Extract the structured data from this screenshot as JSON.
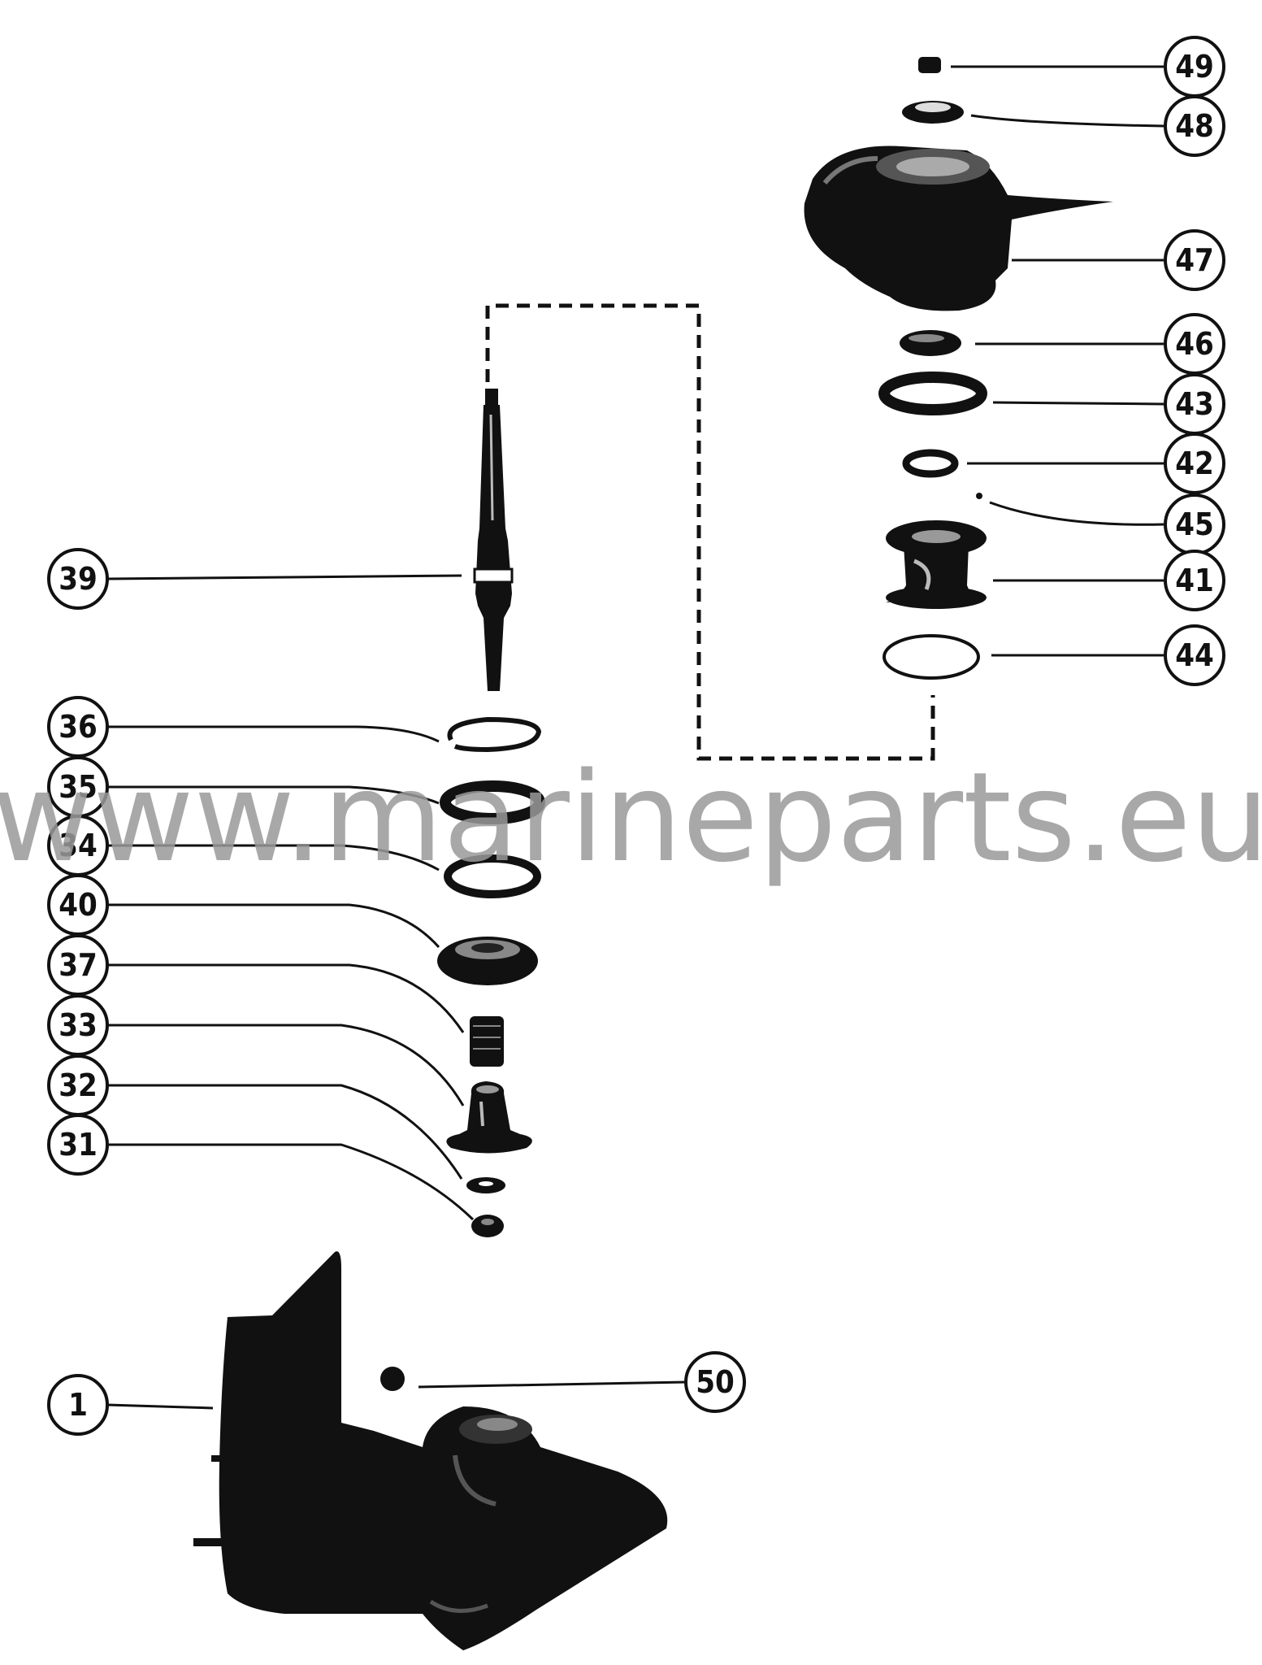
{
  "watermark": "www.marineparts.eu",
  "callouts": {
    "c49": "49",
    "c48": "48",
    "c47": "47",
    "c46": "46",
    "c43": "43",
    "c42": "42",
    "c45": "45",
    "c41": "41",
    "c44": "44",
    "c39": "39",
    "c36": "36",
    "c35": "35",
    "c34": "34",
    "c40": "40",
    "c37": "37",
    "c33": "33",
    "c32": "32",
    "c31": "31",
    "c1": "1",
    "c50": "50"
  }
}
